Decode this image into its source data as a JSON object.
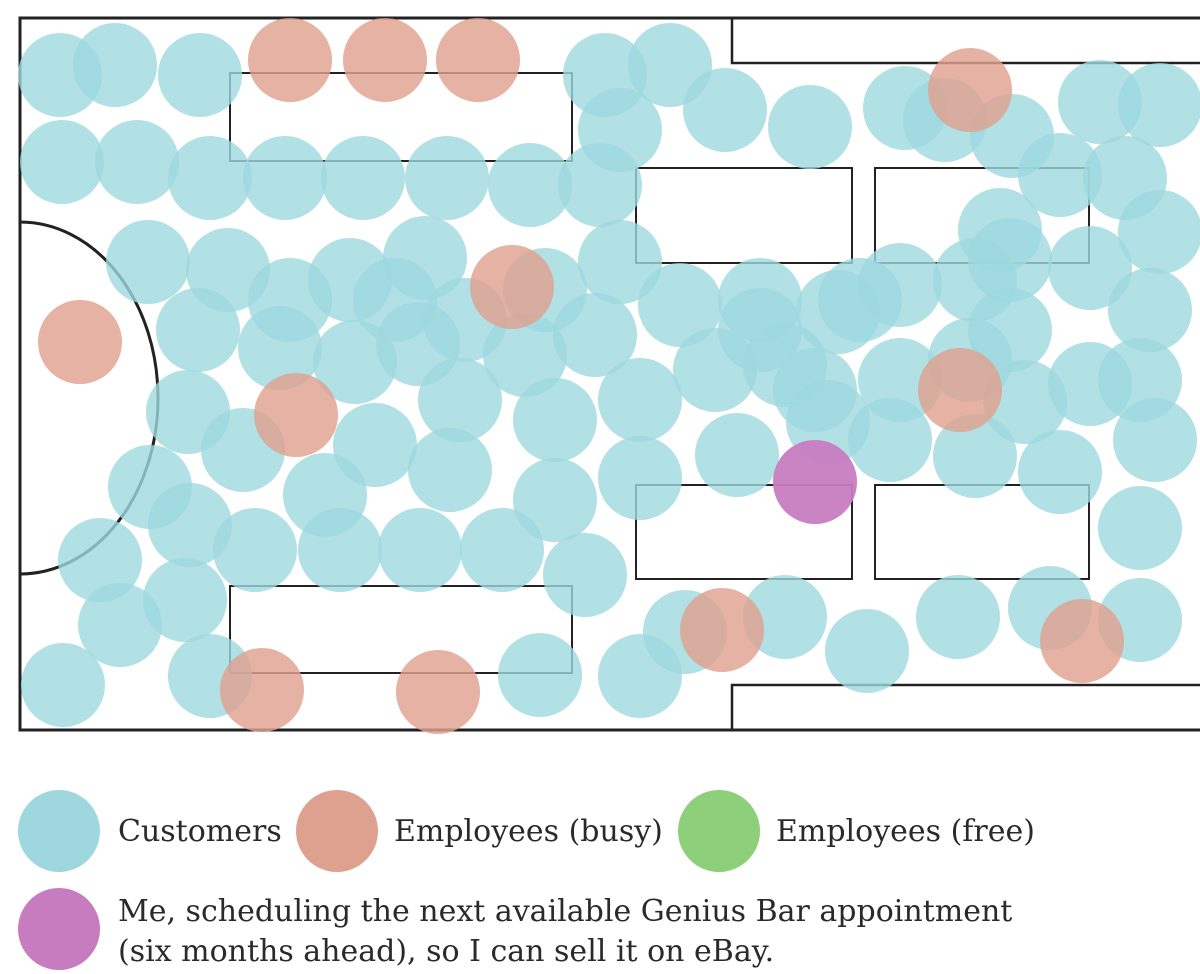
{
  "colors": {
    "customer": "#9ed8de",
    "employee_busy": "#dfa18f",
    "employee_free": "#8ecf7a",
    "me": "#c77cc0",
    "lines": "#222222"
  },
  "legend": {
    "customers": "Customers",
    "employees_busy": "Employees (busy)",
    "employees_free": "Employees (free)",
    "me_line1": "Me, scheduling the next available Genius Bar appointment",
    "me_line2": "(six months ahead), so I can sell it on eBay."
  },
  "diagram": {
    "category_counts": {
      "customers": 96,
      "employees_busy": 12,
      "employees_free": 0,
      "me": 1
    }
  }
}
